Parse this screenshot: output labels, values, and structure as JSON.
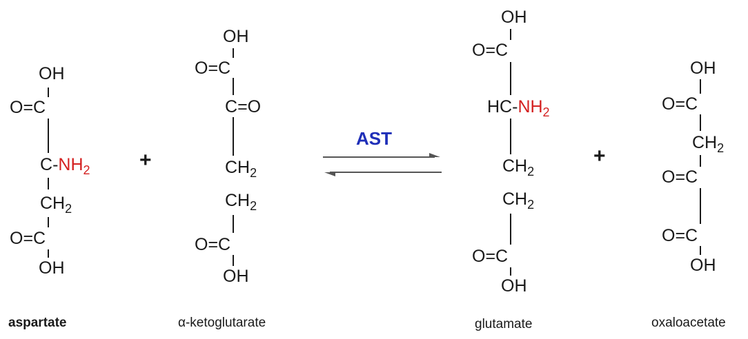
{
  "enzyme": "AST",
  "plus": "+",
  "names": {
    "aspartate": "aspartate",
    "ketoglutarate": "α-ketoglutarate",
    "glutamate": "glutamate",
    "oxaloacetate": "oxaloacetate"
  },
  "atoms": {
    "oh": "OH",
    "o_eq": "O=",
    "c": "C",
    "eq_o": "=O",
    "ch": "CH",
    "h2": "2",
    "nh": "NH",
    "dash": "-",
    "hc": "HC"
  },
  "colors": {
    "amine": "#d42020",
    "enzyme": "#1f2fb8",
    "text": "#1a1a1a"
  }
}
